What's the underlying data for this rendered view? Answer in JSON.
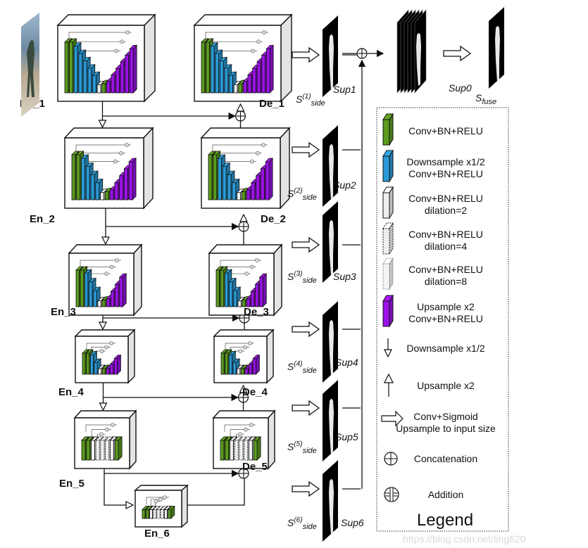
{
  "title": "U2-Net architecture (nested RSU encoder-decoder with side outputs)",
  "colors": {
    "conv": "#5b9a1f",
    "downsample_conv": "#2a9ad6",
    "dilated": "#f0f0f0",
    "upsample_conv": "#9b12e8",
    "box_face": "#ffffff",
    "box_side": "#e4e4e4",
    "line": "#111111"
  },
  "encoders": [
    {
      "label": "En_1",
      "levels": 7,
      "dilated": false
    },
    {
      "label": "En_2",
      "levels": 6,
      "dilated": false
    },
    {
      "label": "En_3",
      "levels": 5,
      "dilated": false
    },
    {
      "label": "En_4",
      "levels": 4,
      "dilated": false
    },
    {
      "label": "En_5",
      "levels": 4,
      "dilated": true
    },
    {
      "label": "En_6",
      "levels": 4,
      "dilated": true
    }
  ],
  "decoders": [
    {
      "label": "De_1",
      "levels": 7,
      "dilated": false
    },
    {
      "label": "De_2",
      "levels": 6,
      "dilated": false
    },
    {
      "label": "De_3",
      "levels": 5,
      "dilated": false
    },
    {
      "label": "De_4",
      "levels": 4,
      "dilated": false
    },
    {
      "label": "De_5",
      "levels": 4,
      "dilated": true
    }
  ],
  "side_outputs": [
    {
      "s_base": "S",
      "s_sup": "(1)",
      "s_sub": "side",
      "sup": "Sup1"
    },
    {
      "s_base": "S",
      "s_sup": "(2)",
      "s_sub": "side",
      "sup": "Sup2"
    },
    {
      "s_base": "S",
      "s_sup": "(3)",
      "s_sub": "side",
      "sup": "Sup3"
    },
    {
      "s_base": "S",
      "s_sup": "(4)",
      "s_sub": "side",
      "sup": "Sup4"
    },
    {
      "s_base": "S",
      "s_sup": "(5)",
      "s_sub": "side",
      "sup": "Sup5"
    },
    {
      "s_base": "S",
      "s_sup": "(6)",
      "s_sub": "side",
      "sup": "Sup6"
    }
  ],
  "fuse": {
    "sup": "Sup0",
    "s_base": "S",
    "s_sub": "fuse"
  },
  "legend": {
    "title": "Legend",
    "items": [
      {
        "icon": "green-block-icon",
        "lines": [
          "Conv+BN+RELU"
        ]
      },
      {
        "icon": "blue-block-icon",
        "lines": [
          "Downsample x1/2",
          "Conv+BN+RELU"
        ]
      },
      {
        "icon": "white-block-icon",
        "lines": [
          "Conv+BN+RELU",
          "dilation=2"
        ]
      },
      {
        "icon": "dashed-block-icon",
        "lines": [
          "Conv+BN+RELU",
          "dilation=4"
        ]
      },
      {
        "icon": "dotted-block-icon",
        "lines": [
          "Conv+BN+RELU",
          "dilation=8"
        ]
      },
      {
        "icon": "purple-block-icon",
        "lines": [
          "Upsample x2",
          "Conv+BN+RELU"
        ]
      },
      {
        "icon": "down-arrow-icon",
        "lines": [
          "Downsample x1/2"
        ]
      },
      {
        "icon": "up-arrow-icon",
        "lines": [
          "Upsample x2"
        ]
      },
      {
        "icon": "hollow-right-arrow-icon",
        "lines": [
          "Conv+Sigmoid",
          "Upsample to input size"
        ]
      },
      {
        "icon": "concat-circle-icon",
        "lines": [
          "Concatenation"
        ]
      },
      {
        "icon": "add-circle-icon",
        "lines": [
          "Addition"
        ]
      }
    ]
  },
  "watermark": "https://blog.csdn.net/ling620"
}
